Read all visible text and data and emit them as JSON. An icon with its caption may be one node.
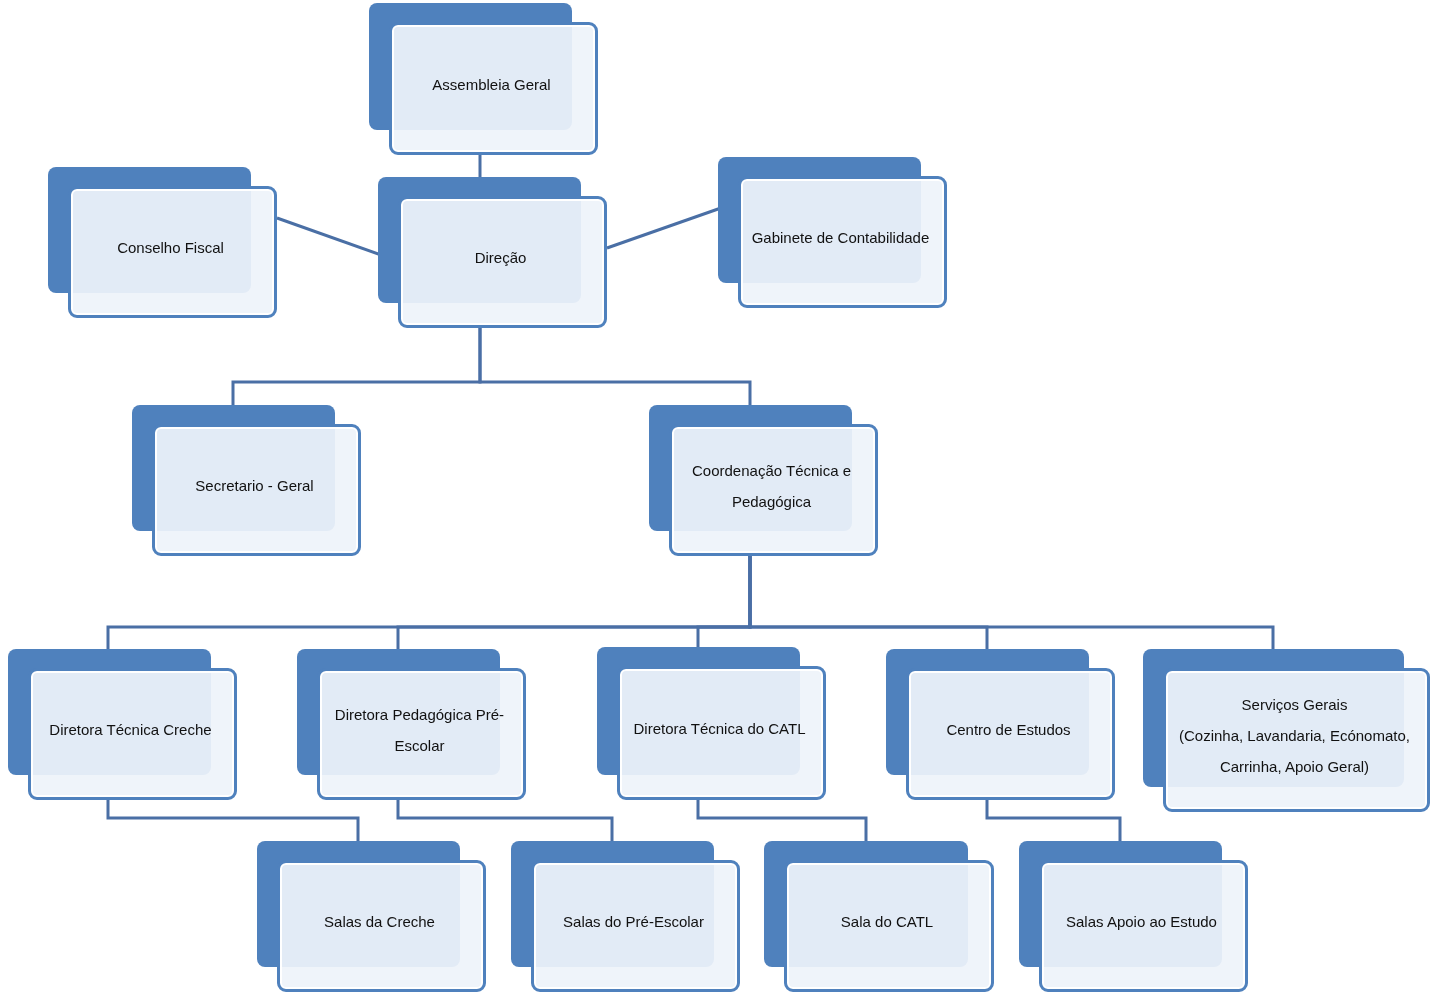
{
  "diagram": {
    "nodes": [
      {
        "text": [
          "Assembleia Geral"
        ]
      },
      {
        "text": [
          "Conselho Fiscal"
        ]
      },
      {
        "text": [
          "Direção"
        ]
      },
      {
        "text": [
          "Gabinete de Contabilidade"
        ]
      },
      {
        "text": [
          "Secretario - Geral"
        ]
      },
      {
        "text": [
          "Coordenação Técnica e Pedagógica"
        ]
      },
      {
        "text": [
          "Diretora Técnica Creche"
        ]
      },
      {
        "text": [
          "Diretora Pedagógica Pré-Escolar"
        ]
      },
      {
        "text": [
          "Diretora Técnica do CATL"
        ]
      },
      {
        "text": [
          "Centro de Estudos"
        ]
      },
      {
        "text": [
          "Serviços Gerais",
          "(Cozinha, Lavandaria, Ecónomato, Carrinha, Apoio Geral)"
        ]
      },
      {
        "text": [
          "Salas da Creche"
        ]
      },
      {
        "text": [
          "Salas do Pré-Escolar"
        ]
      },
      {
        "text": [
          "Sala do CATL"
        ]
      },
      {
        "text": [
          "Salas Apoio ao Estudo"
        ]
      }
    ],
    "edges": [
      {
        "from": 0,
        "to": 2,
        "arrow": "none"
      },
      {
        "from": 2,
        "to": 1,
        "arrow": "none"
      },
      {
        "from": 2,
        "to": 3,
        "arrow": "none"
      },
      {
        "from": 2,
        "to": 4,
        "arrow": "none"
      },
      {
        "from": 2,
        "to": 5,
        "arrow": "none"
      },
      {
        "from": 5,
        "to": 6,
        "arrow": "none"
      },
      {
        "from": 5,
        "to": 7,
        "arrow": "none"
      },
      {
        "from": 5,
        "to": 8,
        "arrow": "none"
      },
      {
        "from": 5,
        "to": 9,
        "arrow": "none"
      },
      {
        "from": 5,
        "to": 10,
        "arrow": "none"
      },
      {
        "from": 6,
        "to": 11,
        "arrow": "none"
      },
      {
        "from": 7,
        "to": 12,
        "arrow": "none"
      },
      {
        "from": 8,
        "to": 13,
        "arrow": "none"
      },
      {
        "from": 9,
        "to": 14,
        "arrow": "none"
      }
    ]
  }
}
